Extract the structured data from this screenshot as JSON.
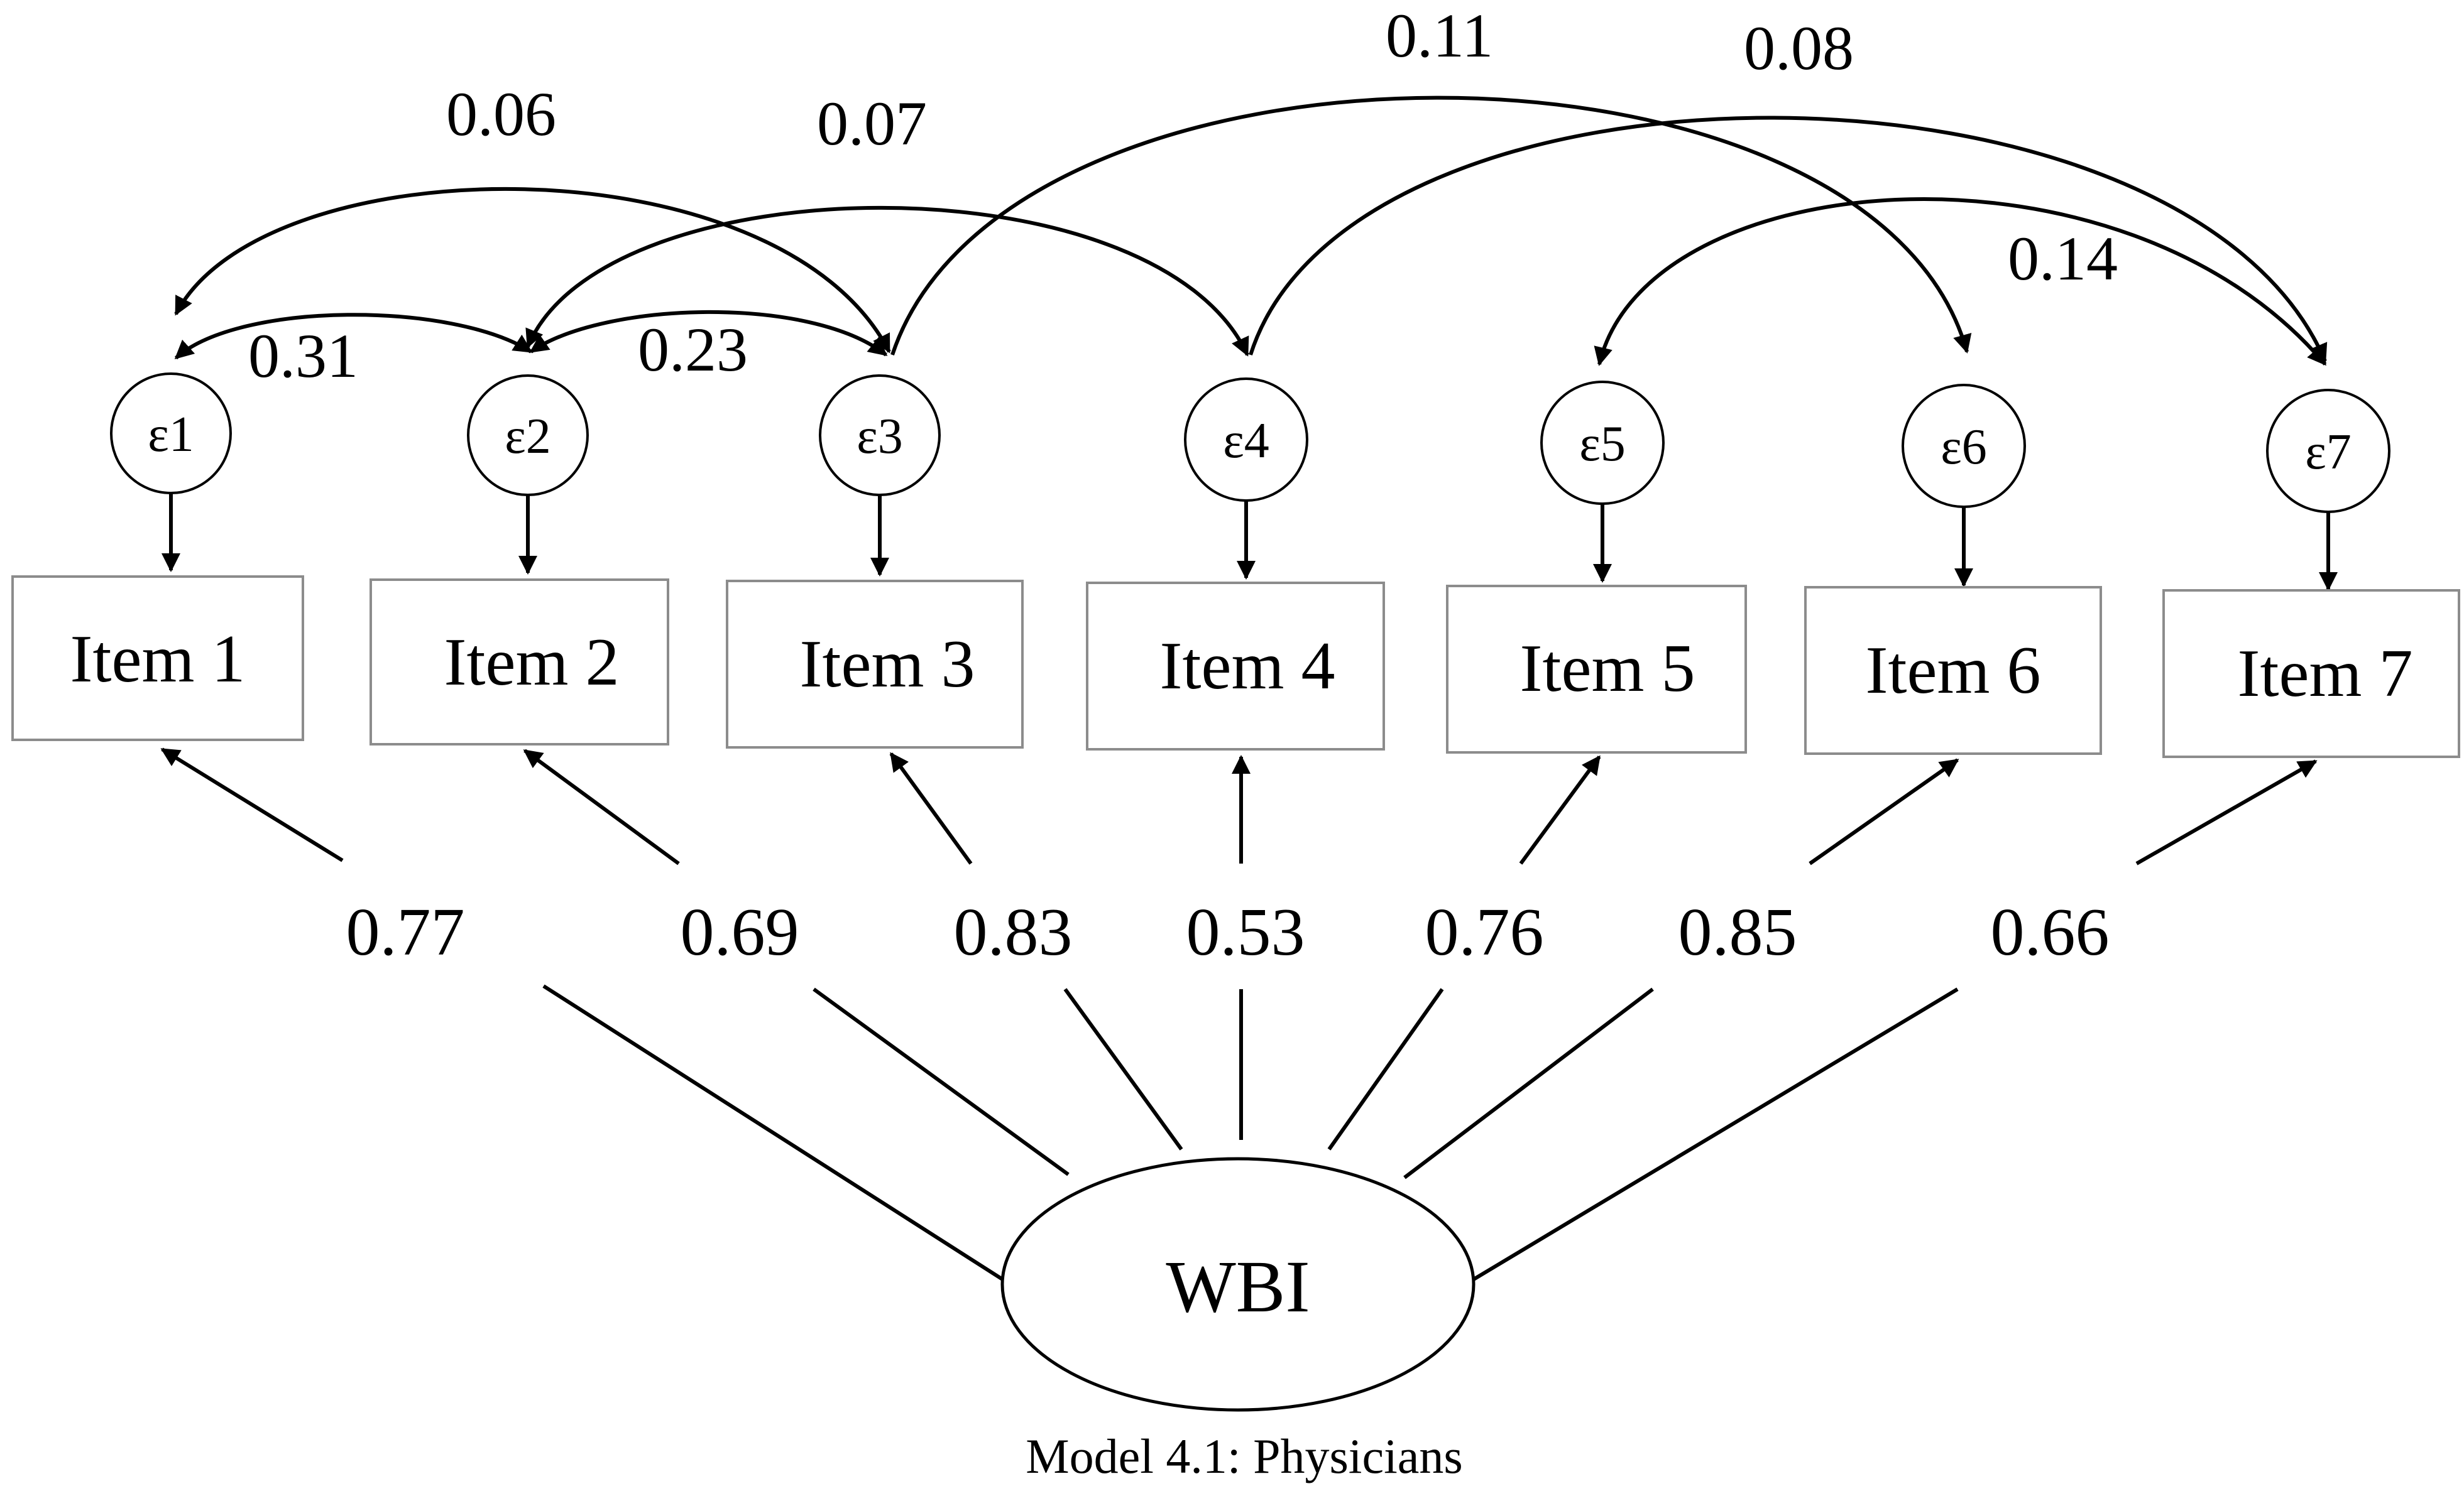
{
  "diagram": {
    "latent": {
      "label": "WBI"
    },
    "items": [
      {
        "label": "Item 1",
        "error": "ε1",
        "loading": "0.77"
      },
      {
        "label": "Item 2",
        "error": "ε2",
        "loading": "0.69"
      },
      {
        "label": "Item 3",
        "error": "ε3",
        "loading": "0.83"
      },
      {
        "label": "Item 4",
        "error": "ε4",
        "loading": "0.53"
      },
      {
        "label": "Item 5",
        "error": "ε5",
        "loading": "0.76"
      },
      {
        "label": "Item 6",
        "error": "ε6",
        "loading": "0.85"
      },
      {
        "label": "Item 7",
        "error": "ε7",
        "loading": "0.66"
      }
    ],
    "covariances": [
      {
        "from": 1,
        "to": 2,
        "value": "0.31"
      },
      {
        "from": 2,
        "to": 3,
        "value": "0.23"
      },
      {
        "from": 1,
        "to": 3,
        "value": "0.06"
      },
      {
        "from": 2,
        "to": 4,
        "value": "0.07"
      },
      {
        "from": 3,
        "to": 6,
        "value": "0.11"
      },
      {
        "from": 4,
        "to": 7,
        "value": "0.08"
      },
      {
        "from": 5,
        "to": 7,
        "value": "0.14"
      }
    ],
    "caption": "Model 4.1: Physicians"
  }
}
